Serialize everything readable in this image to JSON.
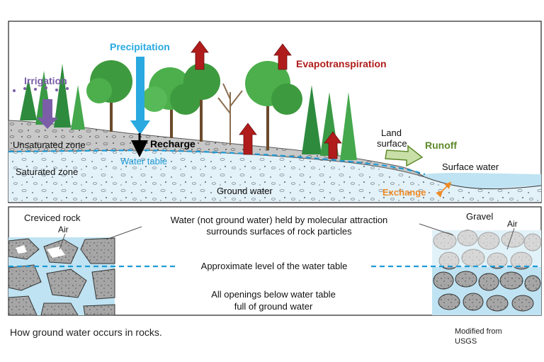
{
  "labels": {
    "precipitation": "Precipitation",
    "irrigation": "Irrigation",
    "evapotranspiration": "Evapotranspiration",
    "unsaturated_zone": "Unsaturated zone",
    "recharge": "Recharge",
    "water_table": "Water table",
    "saturated_zone": "Saturated zone",
    "land_surface_1": "Land",
    "land_surface_2": "surface",
    "runoff": "Runoff",
    "surface_water": "Surface water",
    "ground_water": "Ground water",
    "exchange": "Exchange",
    "creviced_rock": "Creviced rock",
    "air_left": "Air",
    "gravel": "Gravel",
    "air_right": "Air",
    "molecular_line1": "Water (not ground water) held by molecular attraction",
    "molecular_line2": "surrounds surfaces of rock particles",
    "approx_level": "Approximate level of the water table",
    "openings_line1": "All openings below water table",
    "openings_line2": "full of ground water"
  },
  "caption": {
    "main": "How ground water occurs in rocks.",
    "credit_line1": "Modified from",
    "credit_line2": "USGS"
  },
  "colors": {
    "precipitation": "#29a9e0",
    "irrigation": "#7b5ea7",
    "evapotranspiration": "#b01c1c",
    "runoff": "#5e8a2a",
    "exchange": "#f08a24",
    "water_table": "#1d9ad6",
    "surface_water": "#bfe3f2",
    "saturated": "#e3f1f8",
    "unsaturated": "#c9c9c9",
    "tree": "#3e9a3e",
    "tree_dark": "#1f6f32"
  }
}
